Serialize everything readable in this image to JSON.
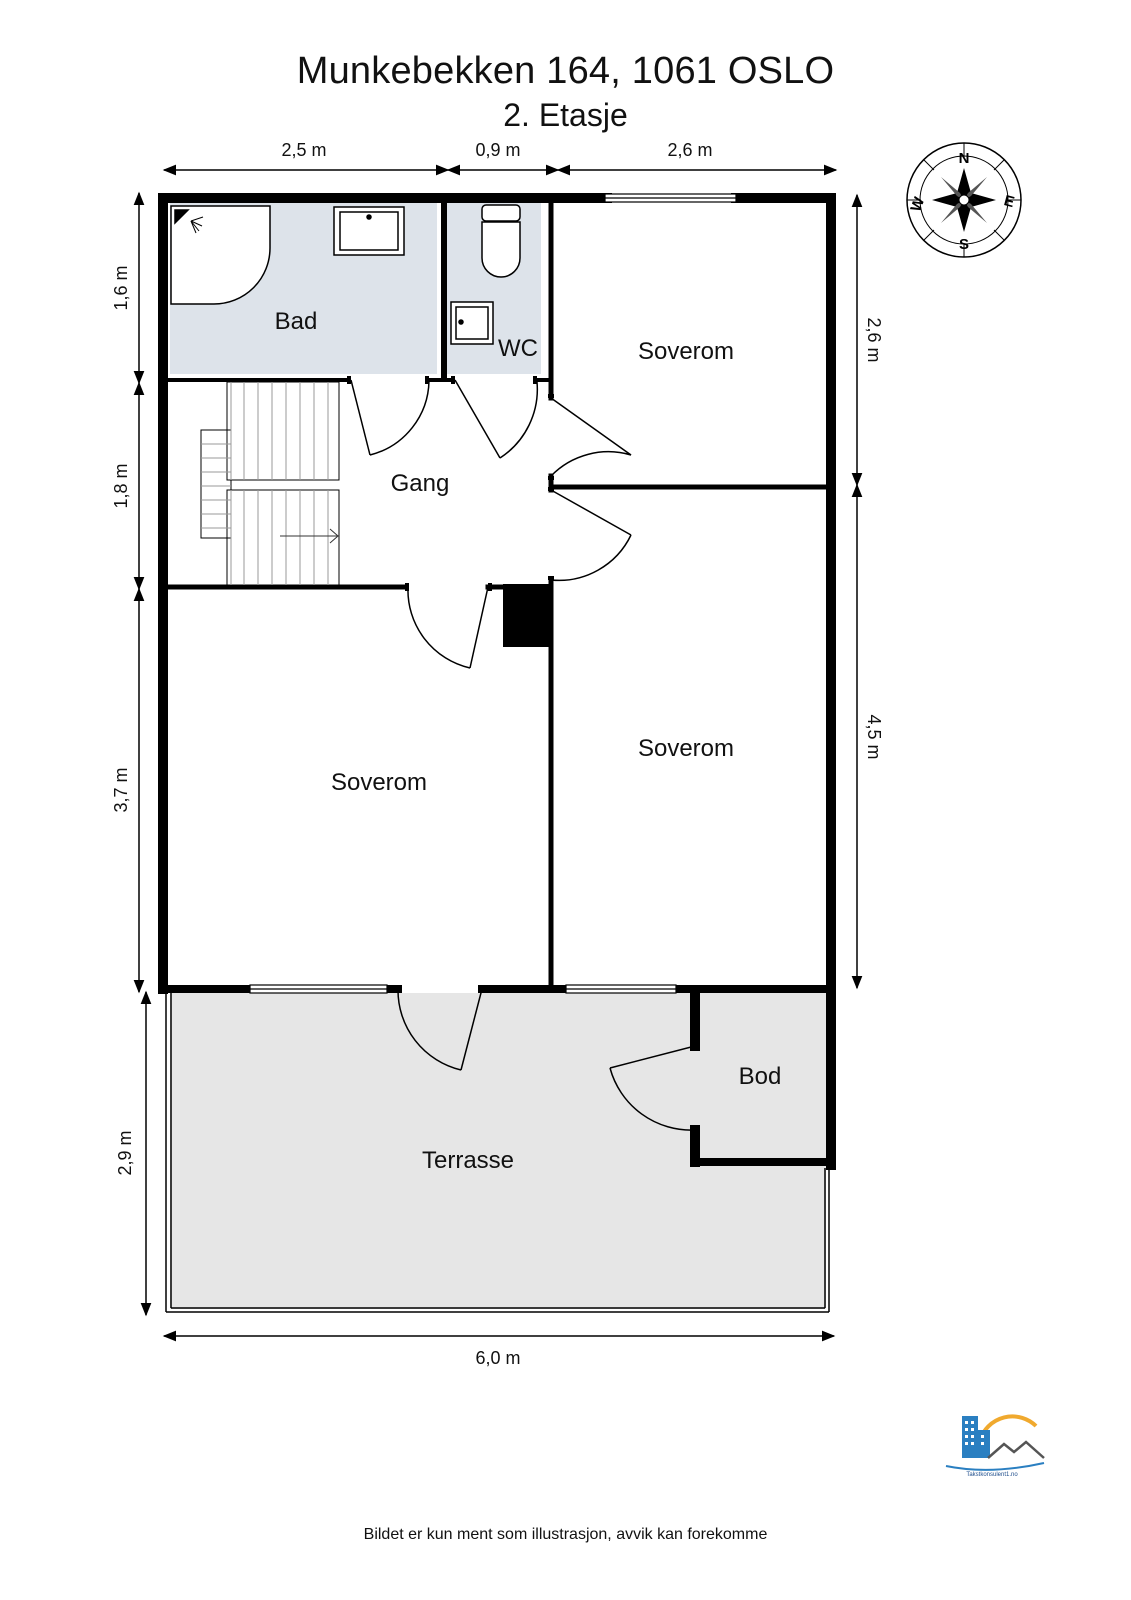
{
  "header": {
    "title": "Munkebekken 164, 1061 OSLO",
    "subtitle": "2. Etasje"
  },
  "rooms": {
    "bad": "Bad",
    "wc": "WC",
    "soverom_ne": "Soverom",
    "gang": "Gang",
    "soverom_e": "Soverom",
    "soverom_w": "Soverom",
    "bod": "Bod",
    "terrasse": "Terrasse"
  },
  "dimensions": {
    "top": [
      "2,5 m",
      "0,9 m",
      "2,6 m"
    ],
    "left": [
      "1,6 m",
      "1,8 m",
      "3,7 m",
      "2,9 m"
    ],
    "right": [
      "2,6 m",
      "4,5 m"
    ],
    "bottom": "6,0 m"
  },
  "compass": {
    "n": "N",
    "e": "E",
    "s": "S",
    "w": "W"
  },
  "logo": {
    "text": "Takstkonsulent1.no"
  },
  "footer": {
    "disclaimer": "Bildet er kun ment som illustrasjon, avvik kan forekomme"
  },
  "colors": {
    "wet_room": "#dde3ea",
    "terrace": "#e6e6e6",
    "wall": "#000000"
  }
}
